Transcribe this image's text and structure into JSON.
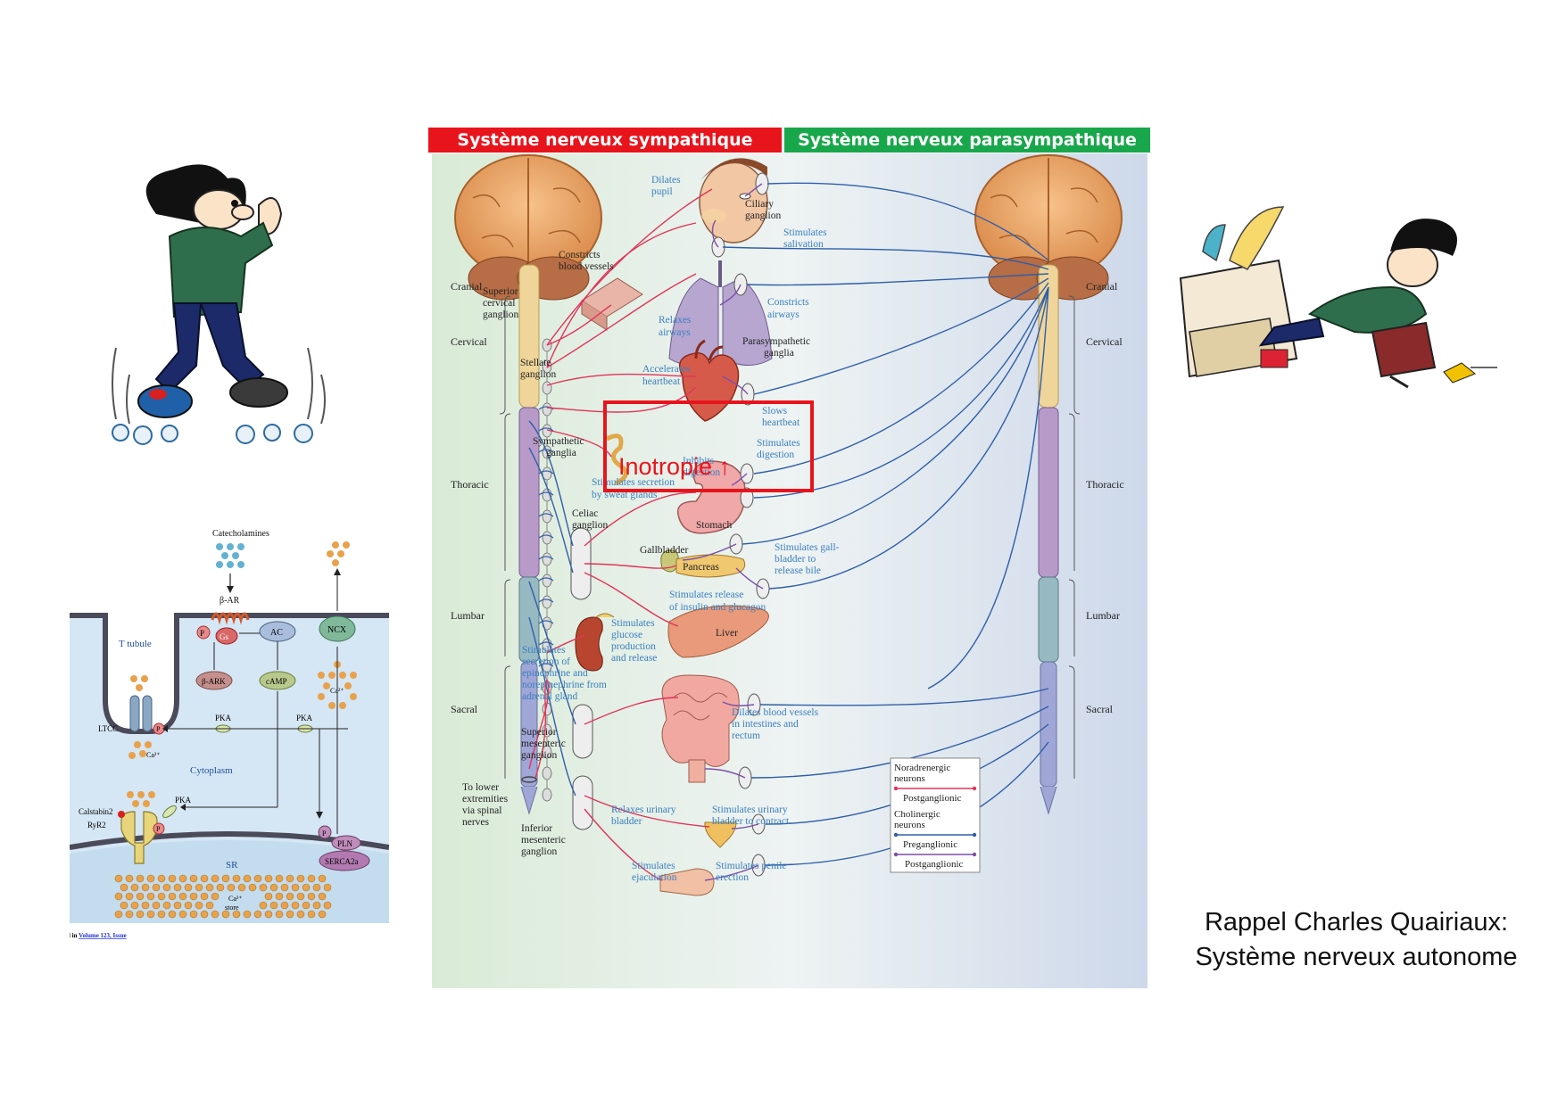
{
  "banners": {
    "sympathetic": "Système nerveux sympathique",
    "parasympathetic": "Système nerveux parasympathique"
  },
  "colors": {
    "sympathetic_banner": "#e8141c",
    "parasympathetic_banner": "#19a74b",
    "noradrenergic": "#e0355a",
    "cholinergic_pre": "#2f5fa8",
    "cholinergic_post": "#7b4fa8",
    "highlight": "#e8141c",
    "label_blue": "#3a7fc1"
  },
  "highlight": {
    "label": "Inotropie ↑"
  },
  "caption": {
    "line1": "Rappel Charles Quairiaux:",
    "line2": "Système nerveux autonome"
  },
  "regions": {
    "left": [
      "Cranial",
      "Cervical",
      "Thoracic",
      "Lumbar",
      "Sacral"
    ],
    "right": [
      "Cranial",
      "Cervical",
      "Thoracic",
      "Lumbar",
      "Sacral"
    ]
  },
  "labels": {
    "dilates_pupil": [
      "Dilates",
      "pupil"
    ],
    "ciliary_ganglion": [
      "Ciliary",
      "ganglion"
    ],
    "stimulates_salivation": [
      "Stimulates",
      "salivation"
    ],
    "constricts_blood_vessels": [
      "Constricts",
      "blood vessels"
    ],
    "superior_cervical_ganglion": [
      "Superior",
      "cervical",
      "ganglion"
    ],
    "relaxes_airways": [
      "Relaxes",
      "airways"
    ],
    "constricts_airways": [
      "Constricts",
      "airways"
    ],
    "parasympathetic_ganglia": [
      "Parasympathetic",
      "ganglia"
    ],
    "stellate_ganglion": [
      "Stellate",
      "ganglion"
    ],
    "accelerates_heartbeat": [
      "Accelerates",
      "heartbeat"
    ],
    "slows_heartbeat": [
      "Slows",
      "heartbeat"
    ],
    "sympathetic_ganglia": [
      "Sympathetic",
      "ganglia"
    ],
    "stimulates_digestion": [
      "Stimulates",
      "digestion"
    ],
    "inhibits_digestion": [
      "Inhibits",
      "digestion"
    ],
    "stimulates_secretion_sweat": [
      "Stimulates secretion",
      "by sweat glands"
    ],
    "celiac_ganglion": [
      "Celiac",
      "ganglion"
    ],
    "stomach": [
      "Stomach"
    ],
    "gallbladder": [
      "Gallbladder"
    ],
    "stimulates_gallbladder": [
      "Stimulates gall-",
      "bladder to",
      "release bile"
    ],
    "pancreas": [
      "Pancreas"
    ],
    "stimulates_release_insulin": [
      "Stimulates release",
      "of insulin and glucagon"
    ],
    "stimulates_glucose": [
      "Stimulates",
      "glucose",
      "production",
      "and release"
    ],
    "liver": [
      "Liver"
    ],
    "stimulates_epinephrine": [
      "Stimulates",
      "secretion of",
      "epinephrine and",
      "norepinephrine from",
      "adrenal gland"
    ],
    "dilates_blood_vessels": [
      "Dilates blood vessels",
      "in intestines and",
      "rectum"
    ],
    "superior_mesenteric_ganglion": [
      "Superior",
      "mesenteric",
      "ganglion"
    ],
    "to_lower_extremities": [
      "To lower",
      "extremities",
      "via spinal",
      "nerves"
    ],
    "relaxes_urinary_bladder": [
      "Relaxes urinary",
      "bladder"
    ],
    "stimulates_urinary_bladder": [
      "Stimulates urinary",
      "bladder to contract"
    ],
    "inferior_mesenteric_ganglion": [
      "Inferior",
      "mesenteric",
      "ganglion"
    ],
    "stimulates_ejaculation": [
      "Stimulates",
      "ejaculation"
    ],
    "stimulates_penile_erection": [
      "Stimulates penile",
      "erection"
    ]
  },
  "legend": {
    "noradrenergic": [
      "Noradrenergic",
      "neurons"
    ],
    "postganglionic_1": "Postganglionic",
    "cholinergic": [
      "Cholinergic",
      "neurons"
    ],
    "preganglionic": "Preganglionic",
    "postganglionic_2": "Postganglionic"
  },
  "cellular": {
    "catecholamines": "Catecholamines",
    "beta_ar": "β-AR",
    "gs": "Gs",
    "p": "P",
    "ac": "AC",
    "ncx": "NCX",
    "t_tubule": "T tubule",
    "beta_ark": "β-ARK",
    "camp": "cAMP",
    "pka": "PKA",
    "ltcc": "LTCC",
    "ca": "Ca²⁺",
    "cytoplasm": "Cytoplasm",
    "calstabin2": "Calstabin2",
    "ryr2": "RyR2",
    "pln": "PLN",
    "serca2a": "SERCA2a",
    "sr": "SR",
    "ca_store": [
      "Ca²⁺",
      "store"
    ],
    "citation_prefix": "hed in ",
    "citation_link": "Volume 123, Issue"
  }
}
